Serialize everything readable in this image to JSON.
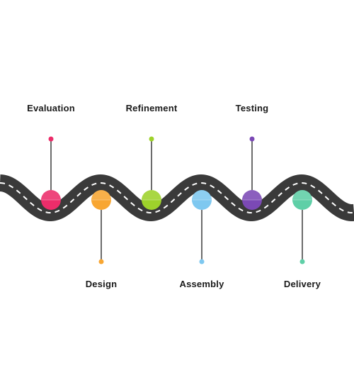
{
  "stages": [
    {
      "label": "Evaluation",
      "color": "#ec2d6a",
      "label_position": "top"
    },
    {
      "label": "Design",
      "color": "#f8a632",
      "label_position": "bottom"
    },
    {
      "label": "Refinement",
      "color": "#9ed22b",
      "label_position": "top"
    },
    {
      "label": "Assembly",
      "color": "#7ec8f0",
      "label_position": "bottom"
    },
    {
      "label": "Testing",
      "color": "#7b49b5",
      "label_position": "top"
    },
    {
      "label": "Delivery",
      "color": "#5fcfa7",
      "label_position": "bottom"
    }
  ],
  "road": {
    "color": "#3a3a3a",
    "dash_color": "#ffffff"
  },
  "icons": {
    "node": "circle-milestone-icon",
    "pin": "pin-dot-icon"
  }
}
